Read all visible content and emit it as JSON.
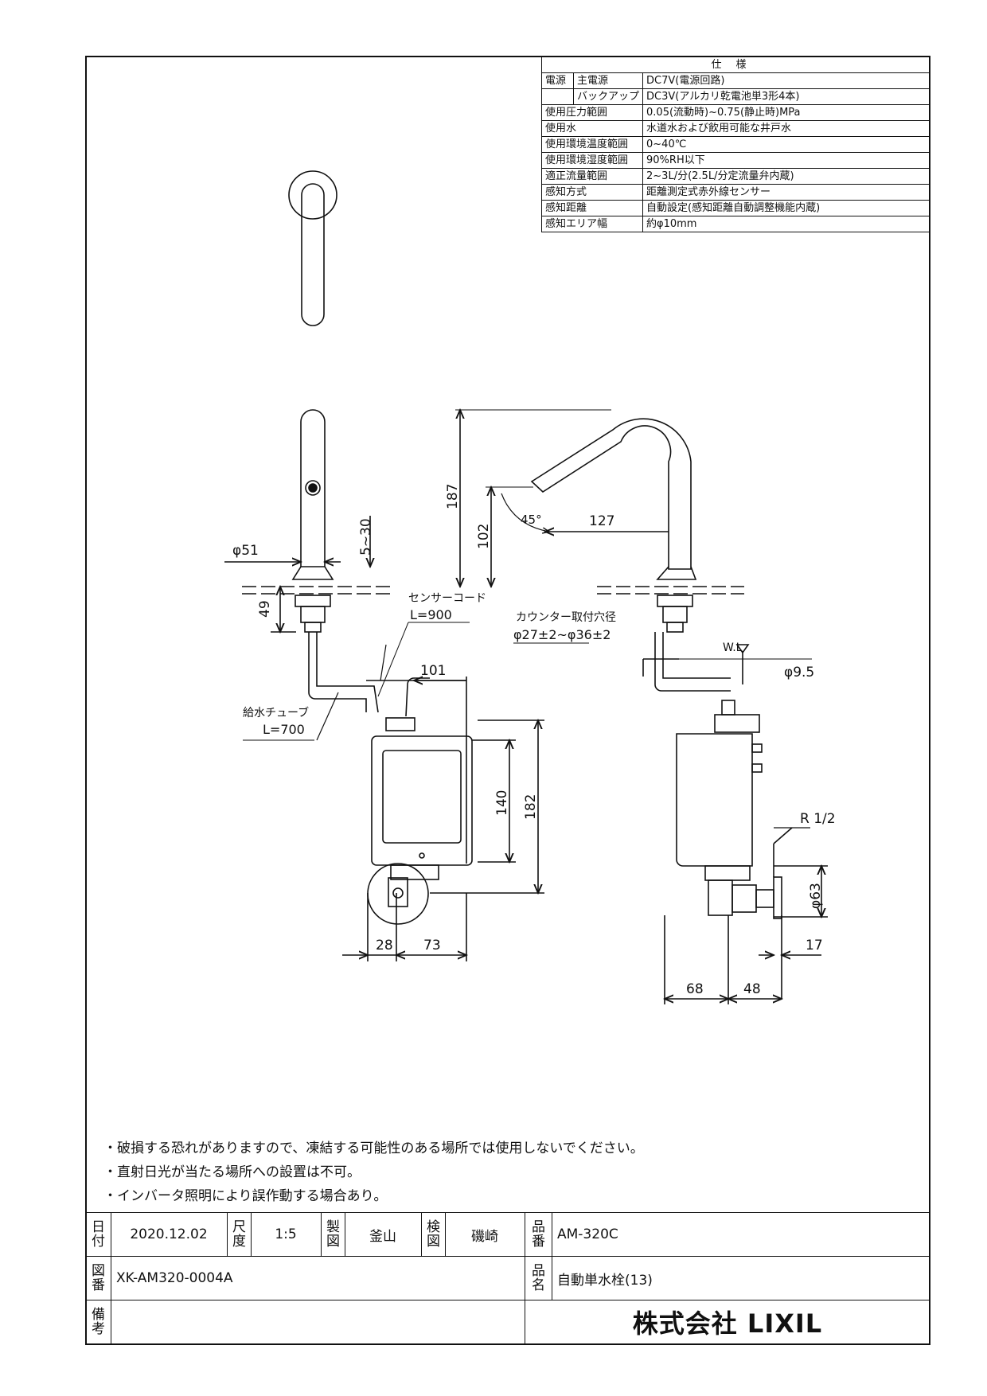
{
  "spec": {
    "header": "仕様",
    "rows": [
      {
        "a": "電源",
        "b": "主電源",
        "v": "DC7V(電源回路)"
      },
      {
        "a": "",
        "b": "バックアップ",
        "v": "DC3V(アルカリ乾電池単3形4本)"
      },
      {
        "label": "使用圧力範囲",
        "v": "0.05(流動時)~0.75(静止時)MPa"
      },
      {
        "label": "使用水",
        "v": "水道水および飲用可能な井戸水"
      },
      {
        "label": "使用環境温度範囲",
        "v": "0~40℃"
      },
      {
        "label": "使用環境湿度範囲",
        "v": "90%RH以下"
      },
      {
        "label": "適正流量範囲",
        "v": "2~3L/分(2.5L/分定流量弁内蔵)"
      },
      {
        "label": "感知方式",
        "v": "距離測定式赤外線センサー"
      },
      {
        "label": "感知距離",
        "v": "自動設定(感知距離自動調整機能内蔵)"
      },
      {
        "label": "感知エリア幅",
        "v": "約φ10mm"
      }
    ]
  },
  "dims": {
    "d51": "φ51",
    "d5_30": "5~30",
    "d49": "49",
    "d187": "187",
    "d102": "102",
    "d127": "127",
    "d45": "45°",
    "d101": "101",
    "d140": "140",
    "d182": "182",
    "d28": "28",
    "d73": "73",
    "d68": "68",
    "d48": "48",
    "d17": "17",
    "d63": "φ63",
    "d95": "φ9.5",
    "r12": "R 1/2",
    "wl": "W.L"
  },
  "callouts": {
    "sensor_cord": "センサーコード",
    "sensor_len": "L=900",
    "supply_tube": "給水チューブ",
    "supply_len": "L=700",
    "hole_title": "カウンター取付穴径",
    "hole_size": "φ27±2~φ36±2"
  },
  "notes": [
    "・破損する恐れがありますので、凍結する可能性のある場所では使用しないでください。",
    "・直射日光が当たる場所への設置は不可。",
    "・インバータ照明により誤作動する場合あり。"
  ],
  "title_block": {
    "date_label": "日付",
    "date": "2020.12.02",
    "scale_label": "尺度",
    "scale": "1:5",
    "drawn_label": "製図",
    "drawn": "釜山",
    "checked_label": "検図",
    "checked": "磯崎",
    "part_no_label": "品番",
    "part_no": "AM-320C",
    "drawing_no_label": "図番",
    "drawing_no": "XK-AM320-0004A",
    "name_label": "品名",
    "name": "自動単水栓(13)",
    "remarks_label": "備考",
    "remarks": "",
    "company": "株式会社 LIXIL"
  }
}
